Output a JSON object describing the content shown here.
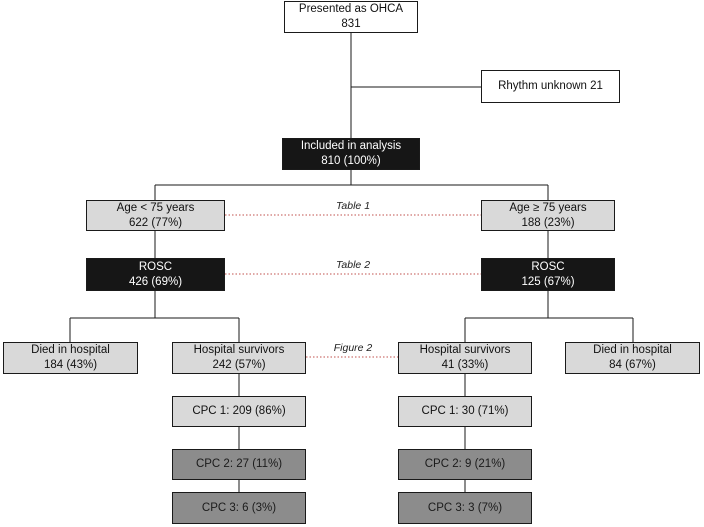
{
  "nodes": {
    "presented": {
      "title": "Presented as OHCA",
      "value": "831"
    },
    "rhythm": {
      "title": "Rhythm unknown 21"
    },
    "included": {
      "title": "Included in analysis",
      "value": "810 (100%)"
    },
    "age_lt75": {
      "title": "Age < 75 years",
      "value": "622 (77%)"
    },
    "age_ge75": {
      "title": "Age ≥ 75 years",
      "value": "188 (23%)"
    },
    "rosc_lt75": {
      "title": "ROSC",
      "value": "426 (69%)"
    },
    "rosc_ge75": {
      "title": "ROSC",
      "value": "125 (67%)"
    },
    "died_lt75": {
      "title": "Died in hospital",
      "value": "184 (43%)"
    },
    "surv_lt75": {
      "title": "Hospital survivors",
      "value": "242 (57%)"
    },
    "surv_ge75": {
      "title": "Hospital survivors",
      "value": "41 (33%)"
    },
    "died_ge75": {
      "title": "Died in hospital",
      "value": "84 (67%)"
    },
    "cpc1_lt75": {
      "title": "CPC 1: 209 (86%)"
    },
    "cpc2_lt75": {
      "title": "CPC 2: 27 (11%)"
    },
    "cpc3_lt75": {
      "title": "CPC 3: 6 (3%)"
    },
    "cpc1_ge75": {
      "title": "CPC 1: 30 (71%)"
    },
    "cpc2_ge75": {
      "title": "CPC 2: 9 (21%)"
    },
    "cpc3_ge75": {
      "title": "CPC 3: 3 (7%)"
    }
  },
  "links": {
    "table1": "Table 1",
    "table2": "Table 2",
    "figure2": "Figure 2"
  },
  "colors": {
    "line": "#1a1a1a",
    "dotted_link": "#c0504d",
    "light_box": "#d9d9d9",
    "dark_box": "#161616",
    "mid_box": "#8c8c8c"
  }
}
